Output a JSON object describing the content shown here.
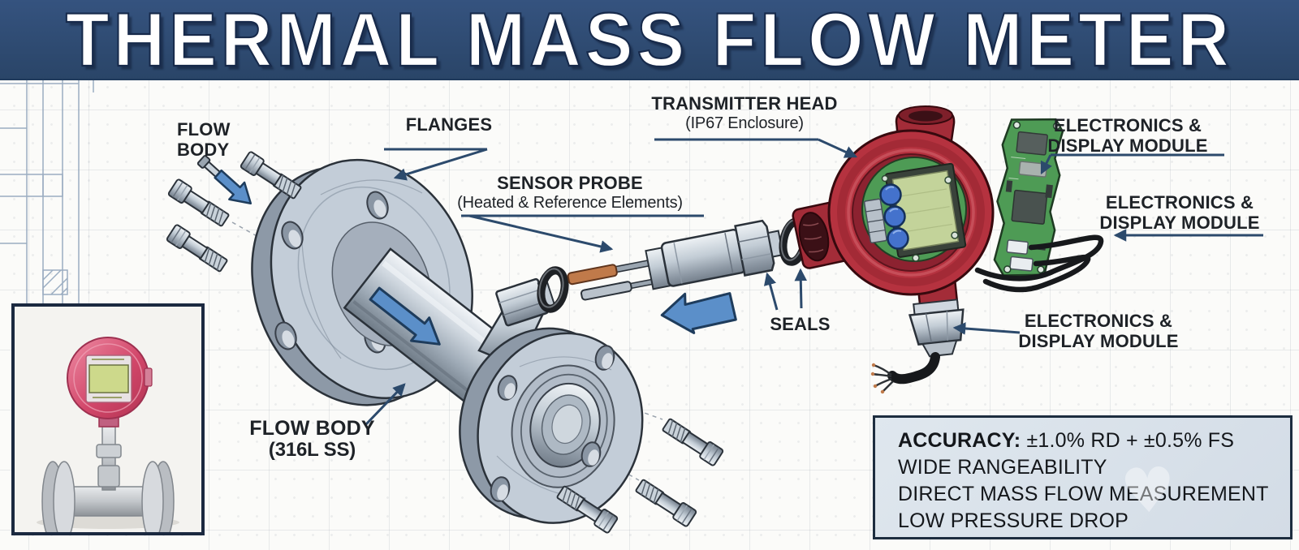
{
  "banner": {
    "title": "THERMAL MASS FLOW METER"
  },
  "callouts": {
    "flow_body_top": {
      "line1": "FLOW",
      "line2": "BODY"
    },
    "flanges": {
      "line1": "FLANGES"
    },
    "sensor_probe": {
      "line1": "SENSOR PROBE",
      "line2": "(Heated & Reference Elements)"
    },
    "transmitter_head": {
      "line1": "TRANSMITTER HEAD",
      "line2": "(IP67 Enclosure)"
    },
    "electronics_top": {
      "line1": "ELECTRONICS &",
      "line2": "DISPLAY MODULE"
    },
    "electronics_right": {
      "line1": "ELECTRONICS &",
      "line2": "DISPLAY MODULE"
    },
    "electronics_gland": {
      "line1": "ELECTRONICS &",
      "line2": "DISPLAY MODULE"
    },
    "seals": {
      "line1": "SEALS"
    },
    "flow_body_main": {
      "line1": "FLOW BODY",
      "line2": "(316L SS)"
    }
  },
  "specs": {
    "accuracy_label": "ACCURACY:",
    "accuracy_value": "±1.0% RD + ±0.5% FS",
    "feature2": "WIDE RANGEABILITY",
    "feature3": "DIRECT MASS FLOW MEASUREMENT",
    "feature4": "LOW PRESSURE DROP"
  },
  "colors": {
    "banner_bg": "#2d4a73",
    "title_text": "#ffffff",
    "label_ink": "#1e2227",
    "leader_navy": "#2c4a6c",
    "arrow_blue": "#5b8fc9",
    "enclosure_red": "#b5323f",
    "pcb_green": "#4e9b55",
    "lcd_screen_green": "#c3d39a",
    "button_blue": "#4472cc",
    "metal_gray": "#bfc9d4",
    "copper": "#c07a4a",
    "o_ring_black": "#23262a",
    "specs_box_bg": "#dce4ec",
    "specs_border": "#1d2d3f"
  }
}
